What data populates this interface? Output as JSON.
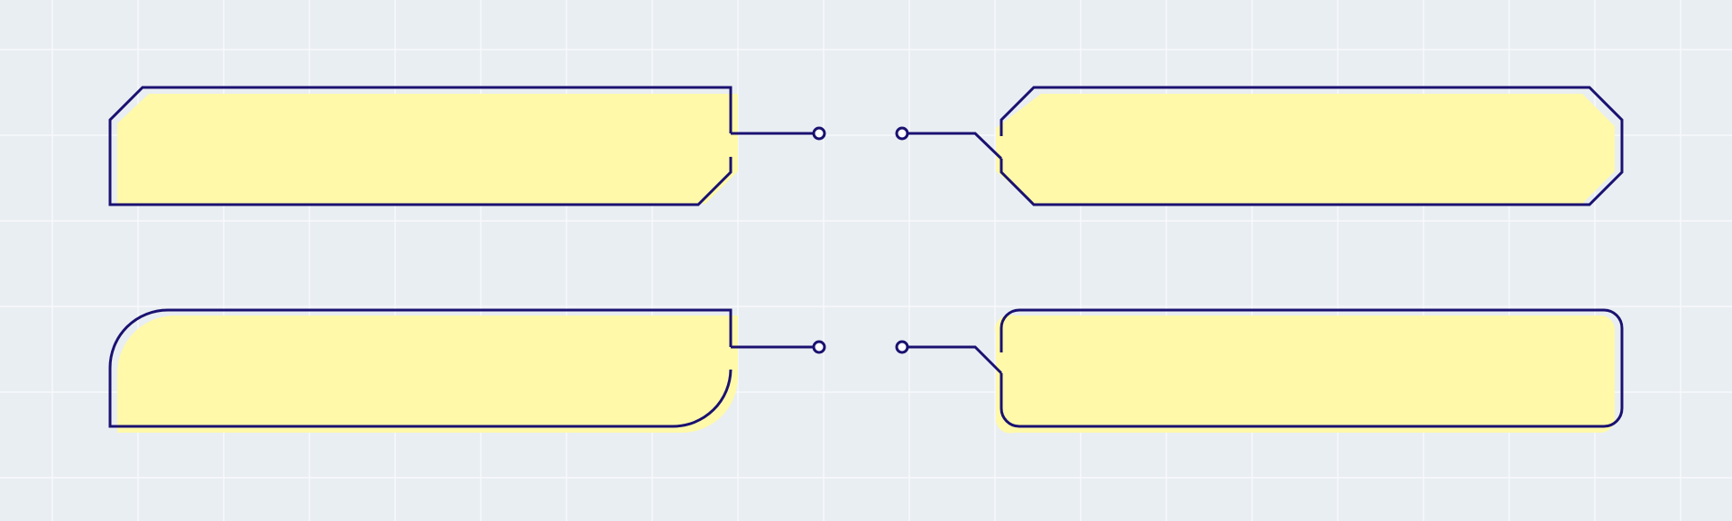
{
  "colors": {
    "background": "#e9eef2",
    "grid": "#f7f9fb",
    "panel_fill": "#fff9a9",
    "outline": "#1a1170",
    "terminal_fill": "#ffffff"
  },
  "panels": [
    {
      "id": "top-left",
      "shape": "chamfered",
      "connector_side": "right"
    },
    {
      "id": "top-right",
      "shape": "chamfered",
      "connector_side": "left"
    },
    {
      "id": "bottom-left",
      "shape": "rounded",
      "connector_side": "right"
    },
    {
      "id": "bottom-right",
      "shape": "rounded",
      "connector_side": "left"
    }
  ]
}
